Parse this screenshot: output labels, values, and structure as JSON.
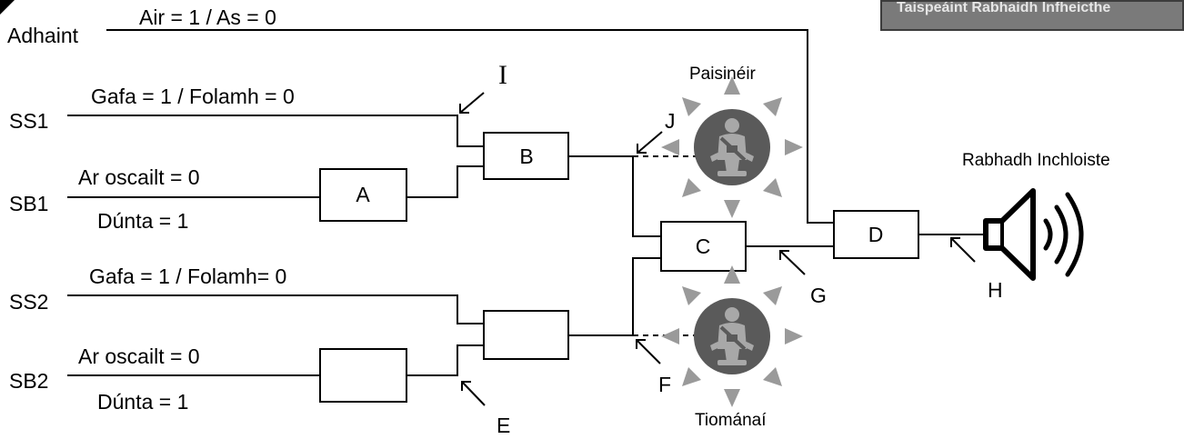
{
  "banner": {
    "text": "Taispeáint Rabhaidh Infheicthe"
  },
  "inputs": {
    "ignition": {
      "label": "Adhaint",
      "state": "Air  = 1 / As  = 0"
    },
    "ss1": {
      "label": "SS1",
      "state": "Gafa  = 1 / Folamh = 0"
    },
    "sb1": {
      "label": "SB1",
      "open": "Ar oscailt  = 0",
      "closed": "Dúnta  = 1"
    },
    "ss2": {
      "label": "SS2",
      "state": "Gafa = 1 / Folamh= 0"
    },
    "sb2": {
      "label": "SB2",
      "open": "Ar oscailt   = 0",
      "closed": "Dúnta = 1"
    }
  },
  "blocks": {
    "a": "A",
    "b": "B",
    "c": "C",
    "d": "D"
  },
  "markers": {
    "i": "I",
    "j": "J",
    "e": "E",
    "f": "F",
    "g": "G",
    "h": "H"
  },
  "lamps": {
    "passenger": "Paisinéir",
    "driver": "Tiománaí"
  },
  "speaker": {
    "label": "Rabhadh Inchloiste"
  }
}
